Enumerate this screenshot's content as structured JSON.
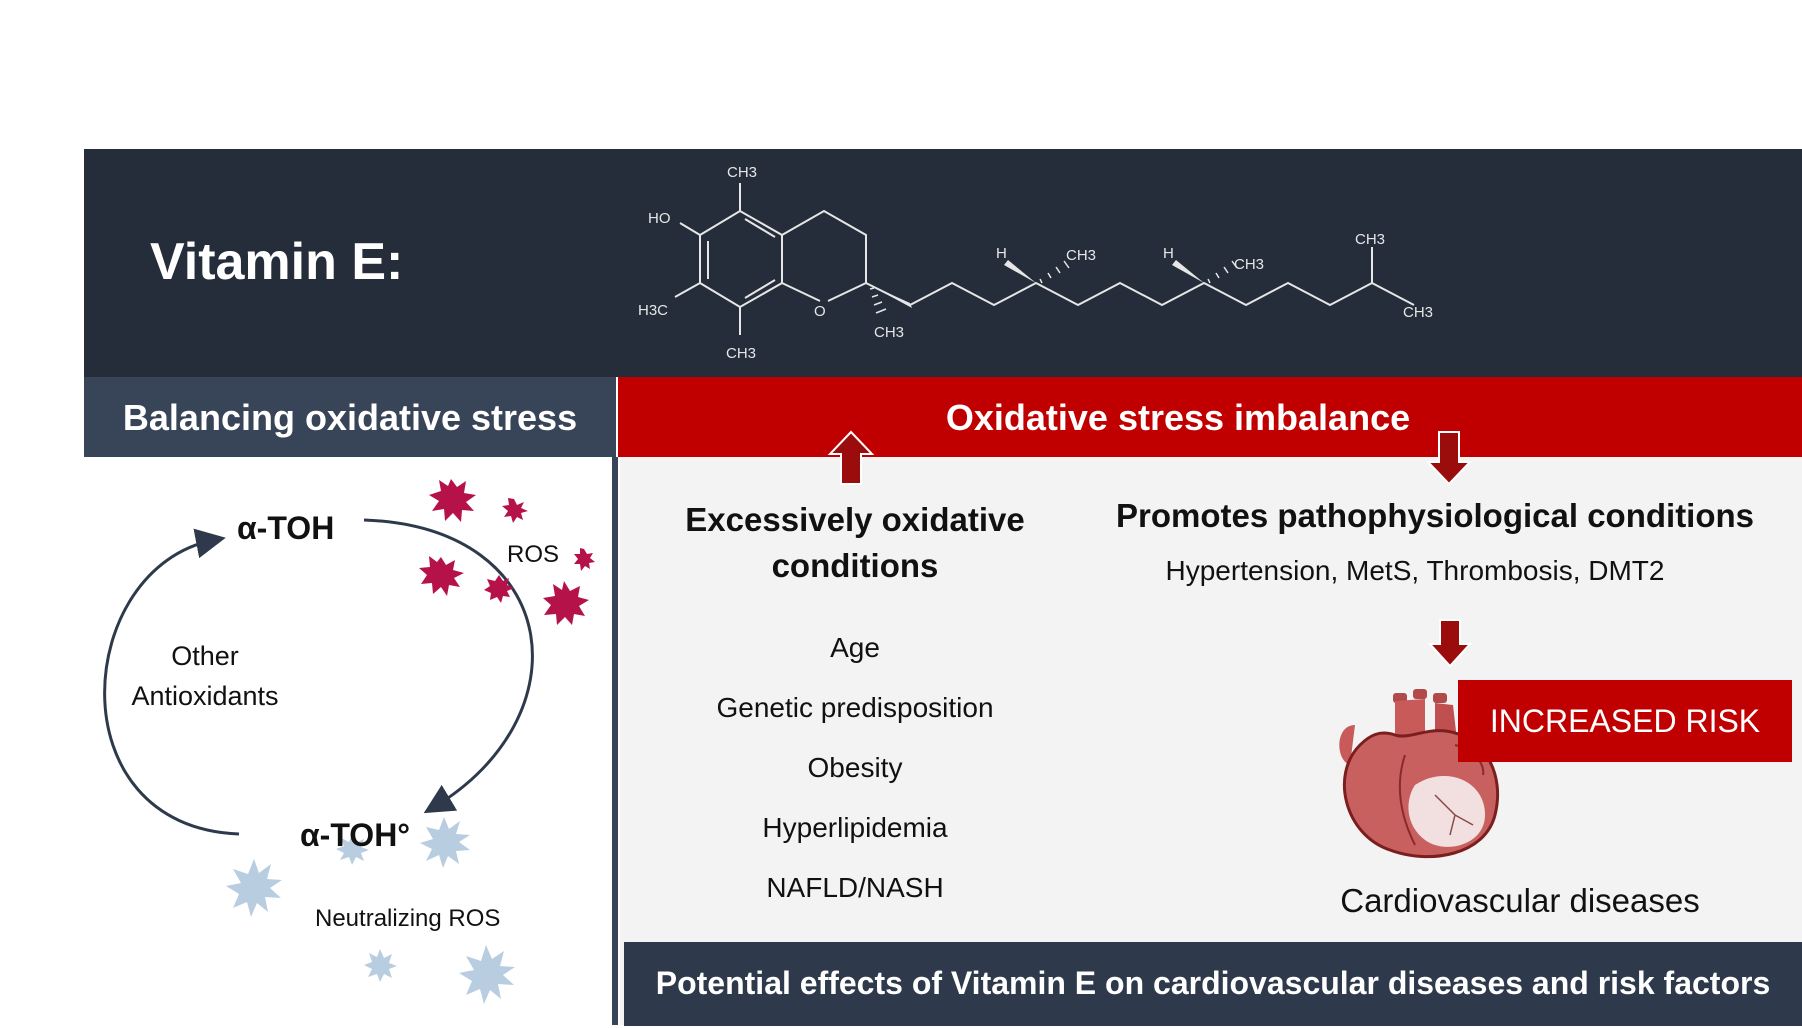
{
  "header": {
    "title": "Vitamin E:"
  },
  "molecule": {
    "labels": [
      "CH3",
      "HO",
      "H3C",
      "O",
      "CH3",
      "CH3",
      "H",
      "CH3",
      "H",
      "CH3",
      "CH3",
      "CH3"
    ]
  },
  "left_panel": {
    "heading": "Balancing oxidative stress",
    "alpha_toh": "α-TOH",
    "alpha_toh_radical": "α-TOH°",
    "ros": "ROS",
    "other_antioxidants_line1": "Other",
    "other_antioxidants_line2": "Antioxidants",
    "neutralizing": "Neutralizing ROS"
  },
  "right_panel": {
    "heading": "Oxidative stress imbalance",
    "left_col_heading_line1": "Excessively oxidative",
    "left_col_heading_line2": "conditions",
    "conditions": [
      "Age",
      "Genetic predisposition",
      "Obesity",
      "Hyperlipidemia",
      "NAFLD/NASH"
    ],
    "right_col_heading": "Promotes pathophysiological conditions",
    "pathologies": "Hypertension, MetS, Thrombosis, DMT2",
    "risk_label": "INCREASED RISK",
    "cvd_label": "Cardiovascular diseases"
  },
  "footer": {
    "caption": "Potential effects of Vitamin E on cardiovascular diseases and risk factors"
  },
  "colors": {
    "navy": "#252d3a",
    "slate": "#384457",
    "red": "#c00000",
    "darkred": "#9b0c0c",
    "panel": "#f3f3f3"
  }
}
